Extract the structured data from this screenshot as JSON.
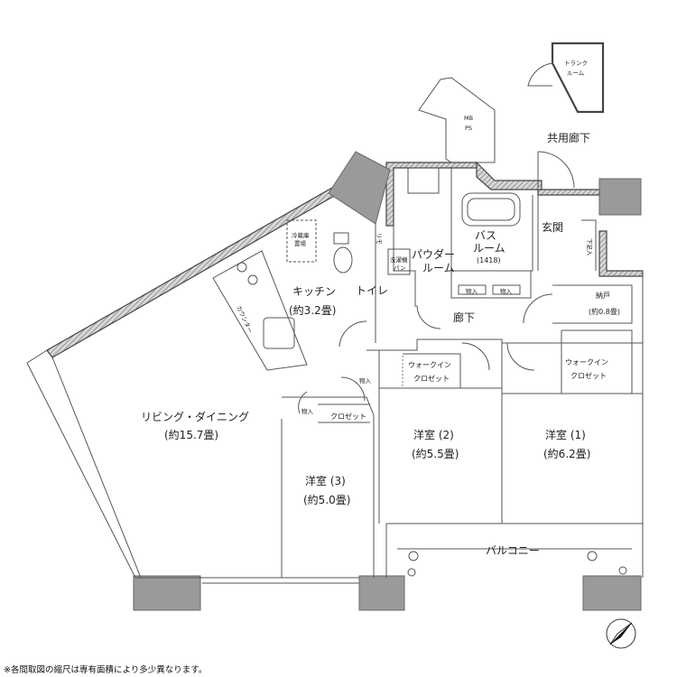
{
  "rooms": {
    "trunk": [
      "トランク",
      "ルーム"
    ],
    "mb_ps": [
      "MB",
      "PS"
    ],
    "common_corridor": "共用廊下",
    "refrigerator": [
      "冷蔵庫",
      "置場"
    ],
    "kitchen": [
      "キッチン",
      "(約3.2畳)"
    ],
    "toilet": "トイレ",
    "rimo": "リモ",
    "washer": [
      "洗濯機",
      "パン"
    ],
    "powder": [
      "パウダー",
      "ルーム"
    ],
    "bath": [
      "バス",
      "ルーム",
      "(1418)"
    ],
    "entrance": "玄関",
    "shoe_box": [
      "下足入"
    ],
    "storage1": "物入",
    "storage2": "物入",
    "closet_small": [
      "納戸",
      "(約0.8畳)"
    ],
    "hall": "廊下",
    "counter": "カウンター",
    "storage3": "物入",
    "storage4": "物入",
    "closet3": "クロゼット",
    "walkin2": [
      "ウォークイン",
      "クロゼット"
    ],
    "walkin1": [
      "ウォークイン",
      "クロゼット"
    ],
    "living": [
      "リビング・ダイニング",
      "(約15.7畳)"
    ],
    "western2": [
      "洋室 (2)",
      "(約5.5畳)"
    ],
    "western1": [
      "洋室 (1)",
      "(約6.2畳)"
    ],
    "western3": [
      "洋室 (3)",
      "(約5.0畳)"
    ],
    "balcony": "バルコニー"
  },
  "footnote": "※各間取図の縮尺は専有面積により多少異なります。",
  "icons": {
    "compass": "north-arrow-icon"
  },
  "colors": {
    "pillar": "#9a9a9a",
    "wall": "#444444",
    "hatch": "#8a8a8a"
  }
}
